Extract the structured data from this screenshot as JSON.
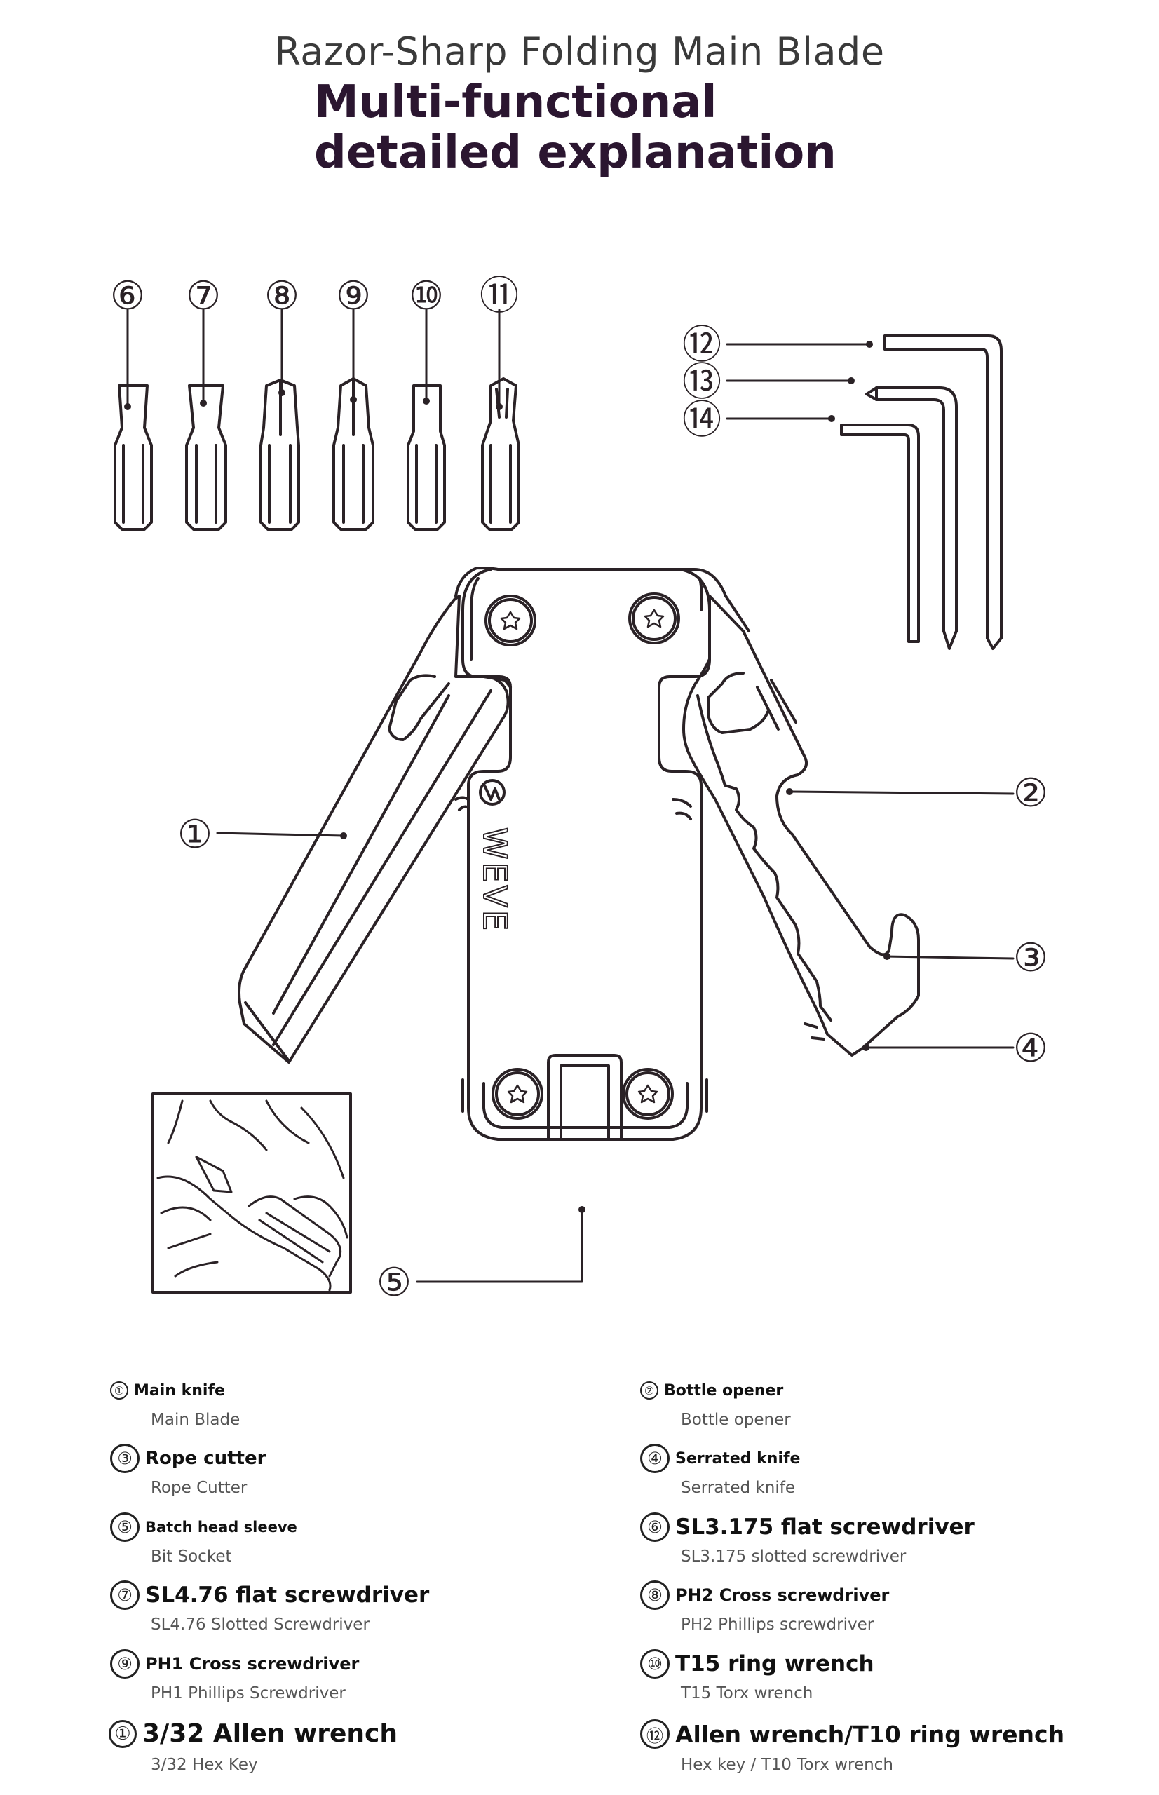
{
  "header": {
    "subtitle": "Razor-Sharp Folding Main Blade",
    "title_line1": "Multi-functional",
    "title_line2": "detailed explanation"
  },
  "diagram": {
    "brand": "WEVE",
    "callouts": [
      "①",
      "②",
      "③",
      "④",
      "⑤",
      "⑥",
      "⑦",
      "⑧",
      "⑨",
      "⑩",
      "⑪",
      "⑫",
      "⑬",
      "⑭"
    ]
  },
  "legend": [
    {
      "num": "①",
      "title": "Main knife",
      "sub": "Main Blade"
    },
    {
      "num": "②",
      "title": "Bottle opener",
      "sub": "Bottle opener"
    },
    {
      "num": "③",
      "title": "Rope cutter",
      "sub": "Rope Cutter"
    },
    {
      "num": "④",
      "title": "Serrated knife",
      "sub": "Serrated knife"
    },
    {
      "num": "⑤",
      "title": "Batch head sleeve",
      "sub": "Bit Socket"
    },
    {
      "num": "⑥",
      "title": "SL3.175 flat screwdriver",
      "sub": "SL3.175 slotted screwdriver"
    },
    {
      "num": "⑦",
      "title": "SL4.76 flat screwdriver",
      "sub": "SL4.76 Slotted Screwdriver"
    },
    {
      "num": "⑧",
      "title": "PH2 Cross screwdriver",
      "sub": "PH2 Phillips screwdriver"
    },
    {
      "num": "⑨",
      "title": "PH1 Cross screwdriver",
      "sub": "PH1 Phillips Screwdriver"
    },
    {
      "num": "⑩",
      "title": "T15 ring wrench",
      "sub": "T15 Torx wrench"
    },
    {
      "num": "①",
      "title": "3/32 Allen wrench",
      "sub": "3/32 Hex Key"
    },
    {
      "num": "⑫",
      "title": "Allen wrench/T10 ring wrench",
      "sub": "Hex key / T10 Torx wrench"
    }
  ]
}
